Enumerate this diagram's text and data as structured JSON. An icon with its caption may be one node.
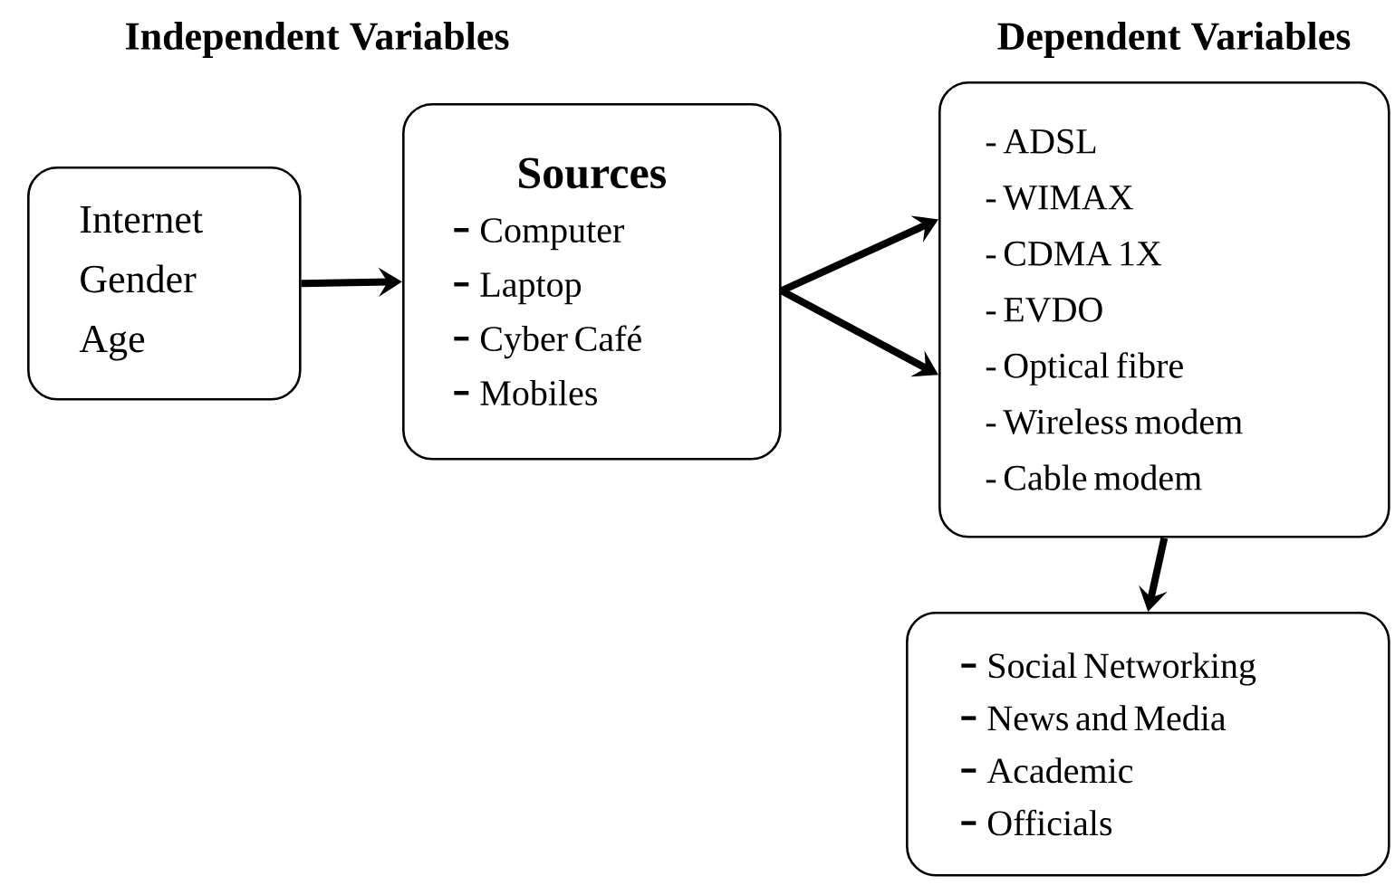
{
  "diagram": {
    "nodes": [
      {
        "text": [
          "Internet",
          "Gender",
          "Age"
        ]
      },
      {
        "text": [
          "Sources",
          "Computer",
          "Laptop",
          "Cyber Café",
          "Mobiles"
        ]
      },
      {
        "text": [
          "- ADSL",
          "- WIMAX",
          "- CDMA 1X",
          "- EVDO",
          "- Optical fibre",
          "- Wireless modem",
          "- Cable modem"
        ]
      },
      {
        "text": [
          "Social Networking",
          "News and Media",
          "Academic",
          "Officials"
        ]
      }
    ],
    "edges": [
      {
        "from": 0,
        "to": 1,
        "arrow": "to"
      },
      {
        "from": 1,
        "to": 2,
        "arrow": "to"
      },
      {
        "from": 1,
        "to": 2,
        "arrow": "to"
      },
      {
        "from": 2,
        "to": 3,
        "arrow": "to"
      }
    ],
    "labels": [
      "Independent Variables",
      "Dependent Variables"
    ]
  }
}
